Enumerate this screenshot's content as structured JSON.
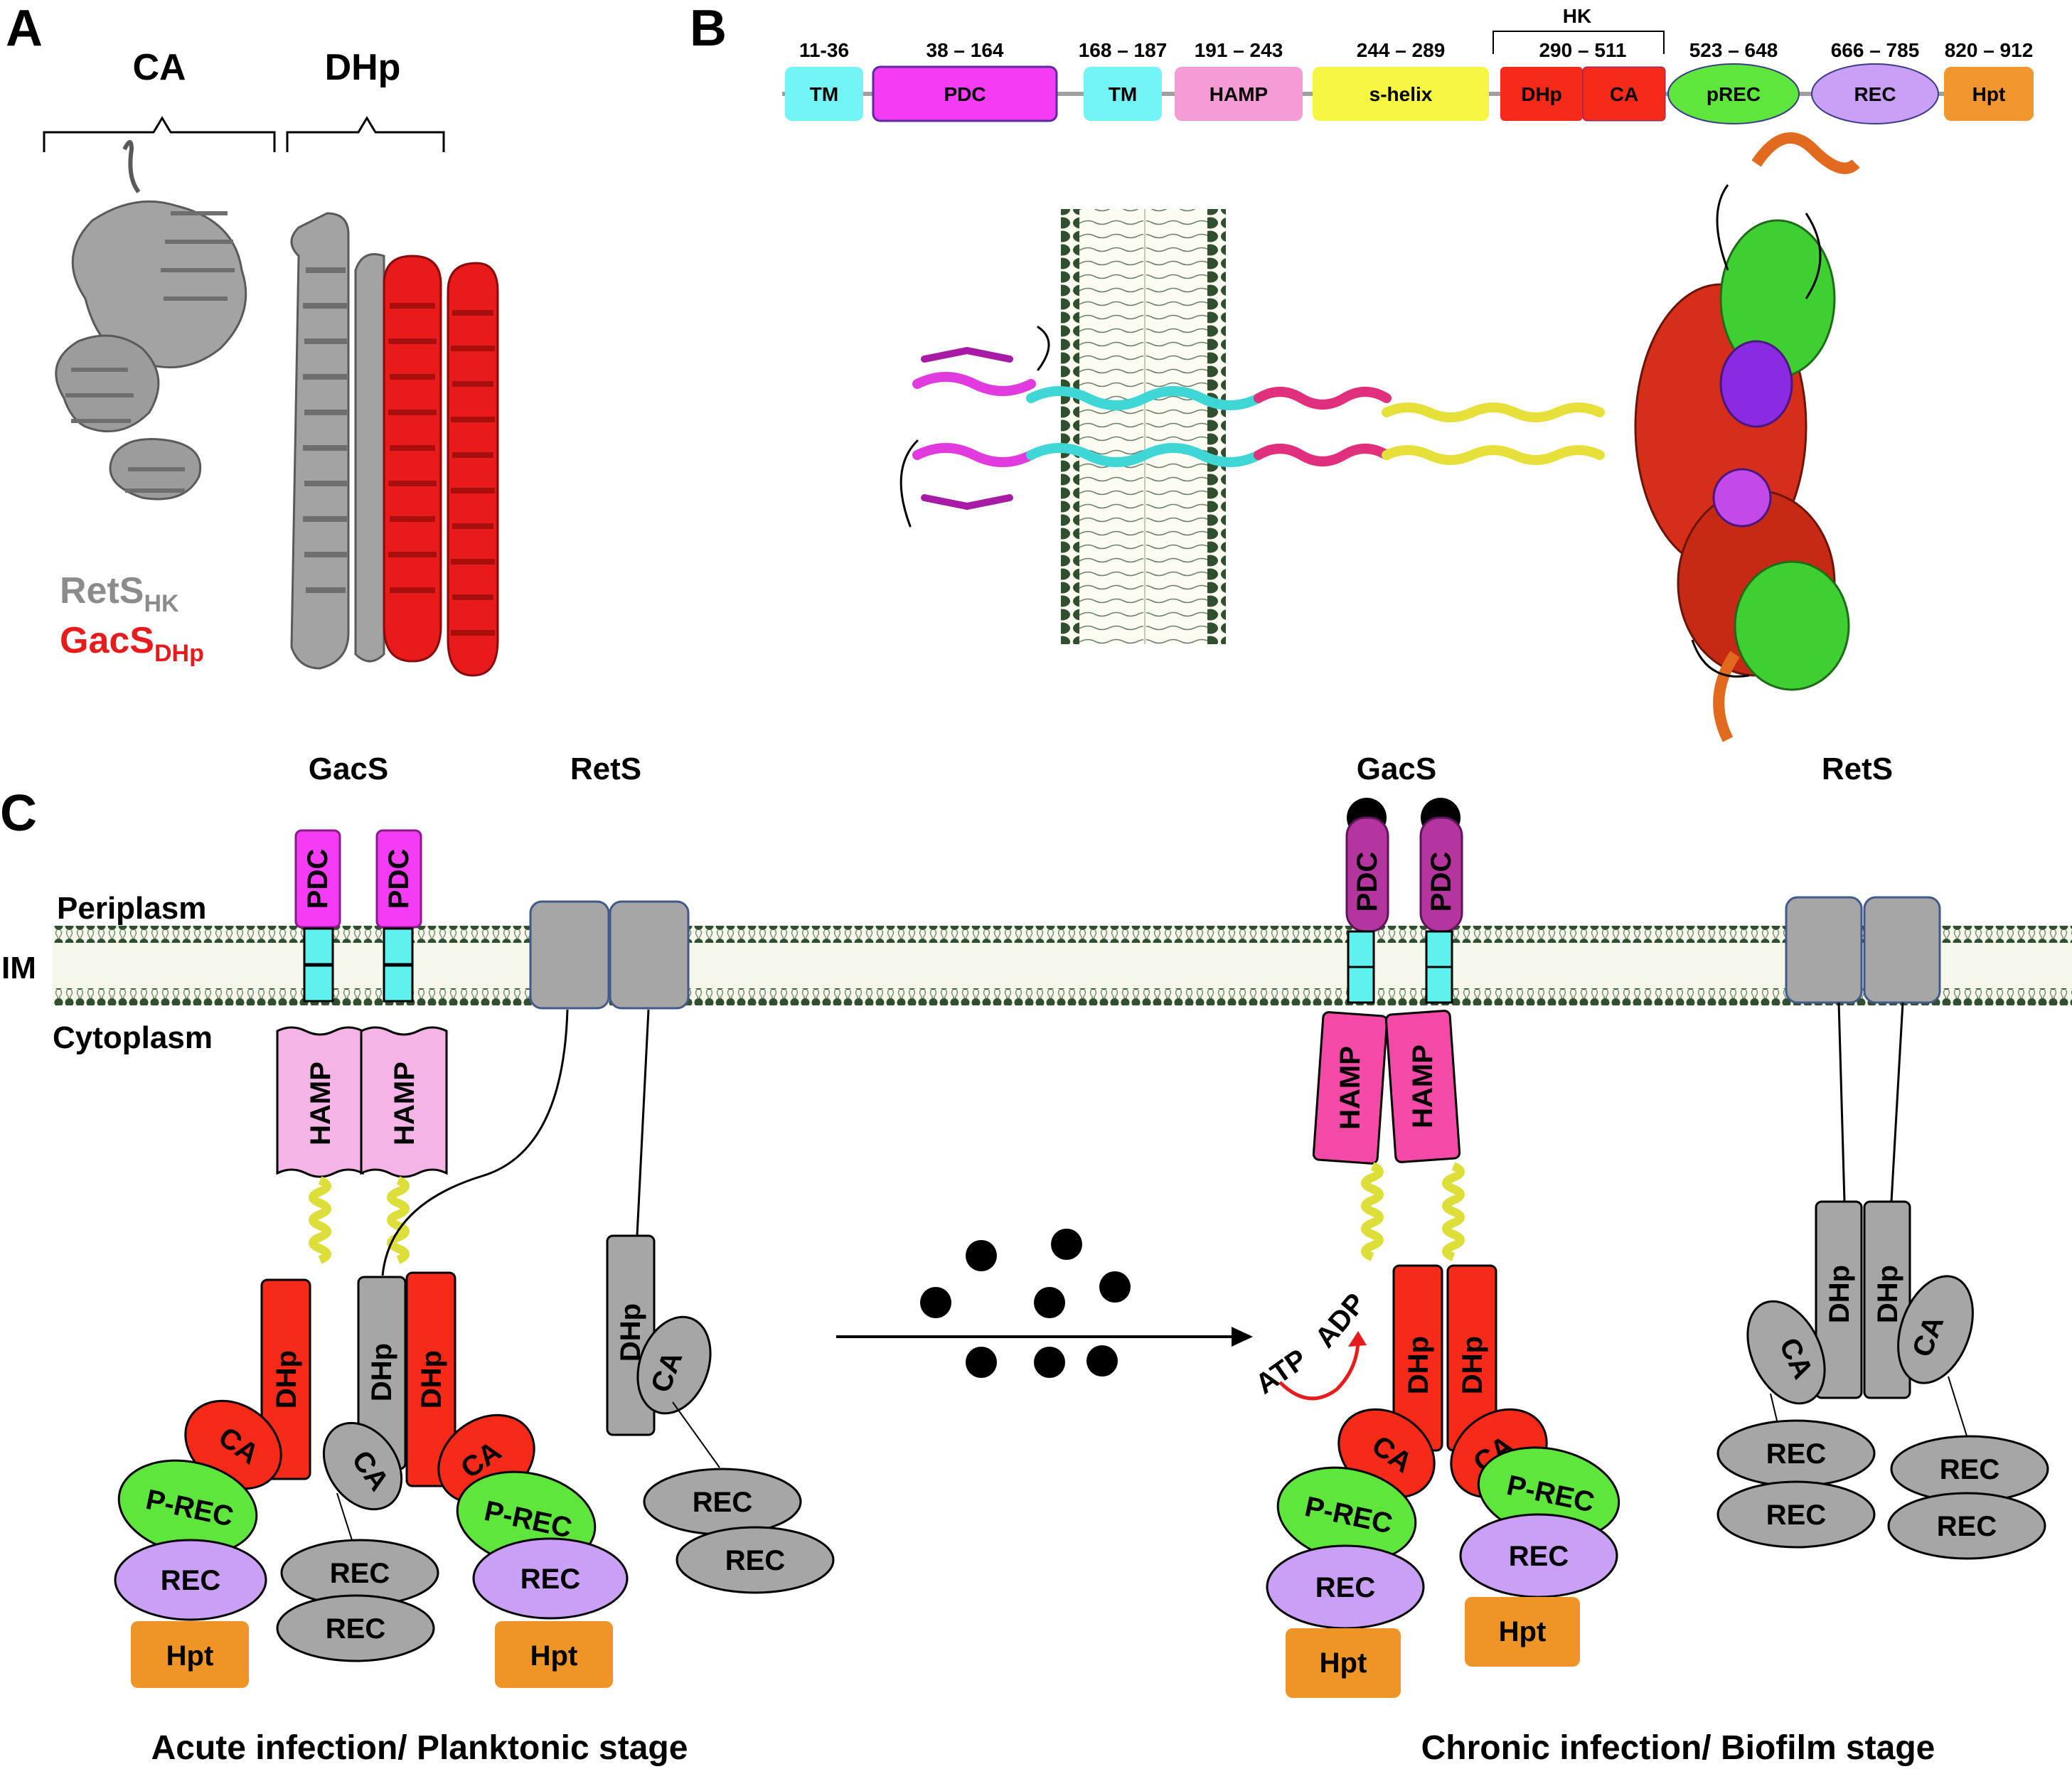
{
  "panels": {
    "a": {
      "letter": "A",
      "brackets": {
        "ca": "CA",
        "dhp": "DHp"
      },
      "legend": {
        "rets_base": "RetS",
        "rets_sub": "HK",
        "gacs_base": "GacS",
        "gacs_sub": "DHp"
      }
    },
    "b": {
      "letter": "B",
      "hk_label": "HK",
      "domains": [
        {
          "label": "TM",
          "range": "11-36",
          "color": "#73f3f4"
        },
        {
          "label": "PDC",
          "range": "38 – 164",
          "color": "#f43cf4"
        },
        {
          "label": "TM",
          "range": "168 – 187",
          "color": "#73f3f4"
        },
        {
          "label": "HAMP",
          "range": "191 – 243",
          "color": "#f59bd6"
        },
        {
          "label": "s-helix",
          "range": "244 – 289",
          "color": "#f5f542"
        },
        {
          "label": "DHp",
          "range": "290 – 511",
          "color": "#f52a18"
        },
        {
          "label": "CA",
          "range": "",
          "color": "#f52a18"
        },
        {
          "label": "pREC",
          "range": "523 – 648",
          "color": "#5fe63d"
        },
        {
          "label": "REC",
          "range": "666 – 785",
          "color": "#c9a0f5"
        },
        {
          "label": "Hpt",
          "range": "820 – 912",
          "color": "#f0962e"
        }
      ]
    },
    "c": {
      "letter": "C",
      "membrane_labels": {
        "periplasm": "Periplasm",
        "im": "IM",
        "cytoplasm": "Cytoplasm"
      },
      "protein_names": {
        "gacs": "GacS",
        "rets": "RetS"
      },
      "domain_labels": {
        "pdc": "PDC",
        "hamp": "HAMP",
        "dhp": "DHp",
        "ca": "CA",
        "prec": "P-REC",
        "rec": "REC",
        "hpt": "Hpt"
      },
      "reaction": {
        "atp": "ATP",
        "adp": "ADP"
      },
      "captions": {
        "acute": "Acute infection/ Planktonic stage",
        "chronic": "Chronic infection/ Biofilm stage"
      }
    }
  },
  "colors": {
    "tm": "#73f3f4",
    "pdc_bright": "#f43cf4",
    "pdc_dark": "#b5359e",
    "hamp_light": "#f5b4e6",
    "hamp_dark": "#f24aa6",
    "s_helix": "#f5f542",
    "hk_red": "#f52a18",
    "prec_green": "#5fe63d",
    "rec_violet": "#c9a0f5",
    "hpt_orange": "#ee9528",
    "gray": "#a6a6a6",
    "membrane": "#2f4f2f",
    "signal": "#000000"
  }
}
